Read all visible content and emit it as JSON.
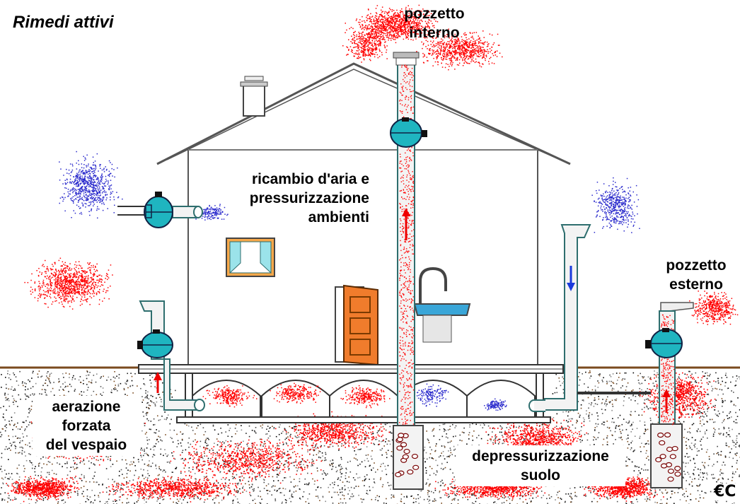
{
  "title": "Rimedi attivi",
  "labels": {
    "pozzetto_interno": [
      "pozzetto",
      "interno"
    ],
    "ricambio": [
      "ricambio d'aria e",
      "pressurizzazione",
      "ambienti"
    ],
    "pozzetto_esterno": [
      "pozzetto",
      "esterno"
    ],
    "aerazione": [
      "aerazione",
      "forzata",
      "del vespaio"
    ],
    "depressurizzazione": [
      "depressurizzazione",
      "suolo"
    ]
  },
  "logo": "€C",
  "colors": {
    "radon": "#ff0000",
    "fresh_air": "#2a2acc",
    "fan": "#1fb5c0",
    "pipe_edge": "#2e6e6e",
    "door": "#f07c2c",
    "ground": "#7a4a1e"
  }
}
